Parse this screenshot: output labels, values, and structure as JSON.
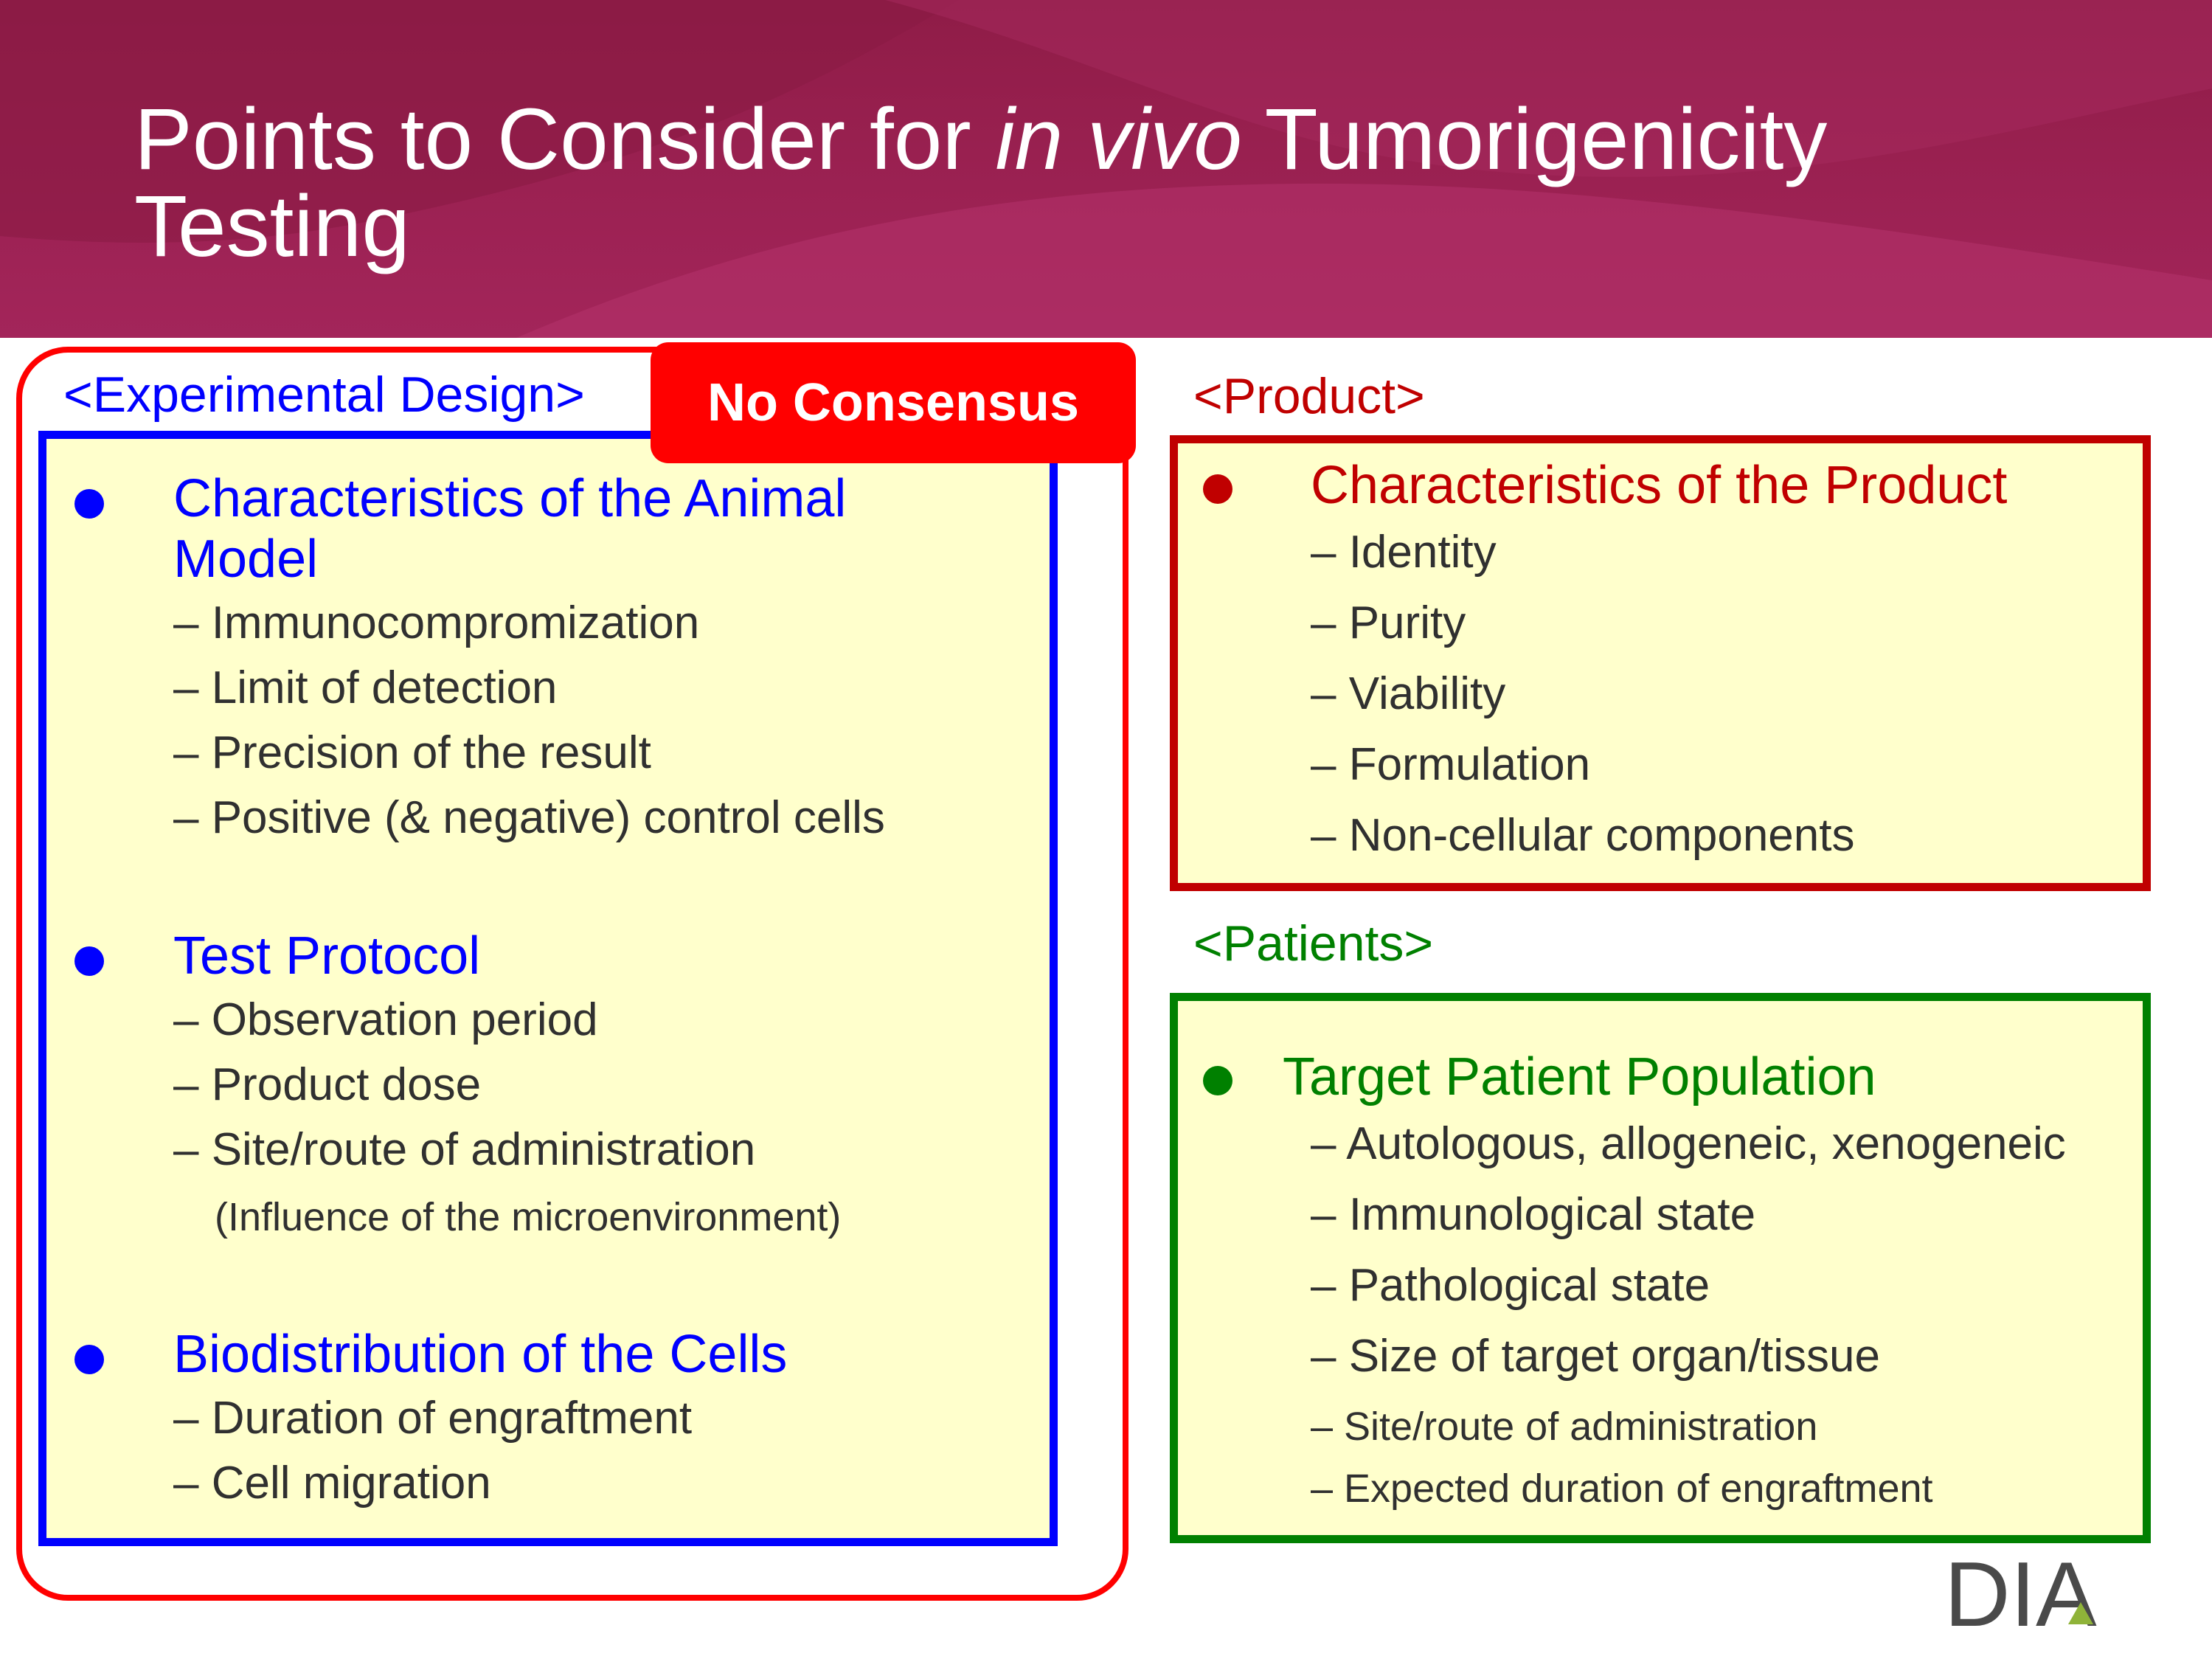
{
  "title": {
    "part1": "Points to Consider for ",
    "italic": "in vivo",
    "part2": " Tumorigenicity",
    "line2": "Testing"
  },
  "badge": "No Consensus",
  "experimental": {
    "label": "<Experimental Design>",
    "groups": [
      {
        "heading_line1": "Characteristics of the Animal",
        "heading_line2": "Model",
        "items": [
          "– Immunocompromization",
          "– Limit of detection",
          "– Precision of the result",
          "– Positive (& negative) control cells"
        ]
      },
      {
        "heading_line1": "Test Protocol",
        "items": [
          "– Observation period",
          "– Product dose",
          "– Site/route of administration"
        ],
        "note": "(Influence of the microenvironment)"
      },
      {
        "heading_line1": "Biodistribution of the Cells",
        "items": [
          "– Duration of engraftment",
          "– Cell migration"
        ]
      }
    ]
  },
  "product": {
    "label": "<Product>",
    "heading": "Characteristics of the Product",
    "items": [
      "– Identity",
      "– Purity",
      "– Viability",
      "– Formulation",
      "– Non-cellular components"
    ]
  },
  "patients": {
    "label": "<Patients>",
    "heading": "Target Patient Population",
    "items": [
      "– Autologous, allogeneic, xenogeneic",
      "– Immunological state",
      "– Pathological  state",
      "– Size of target organ/tissue"
    ],
    "small_items": [
      "–  Site/route of administration",
      "–  Expected duration of engraftment"
    ]
  },
  "logo": "DIA",
  "colors": {
    "header": "#9b2152",
    "blue": "#0000ff",
    "red": "#ff0000",
    "dark_red": "#c00000",
    "green": "#008000",
    "box_fill": "#ffffcc",
    "logo_accent": "#8fb339"
  }
}
